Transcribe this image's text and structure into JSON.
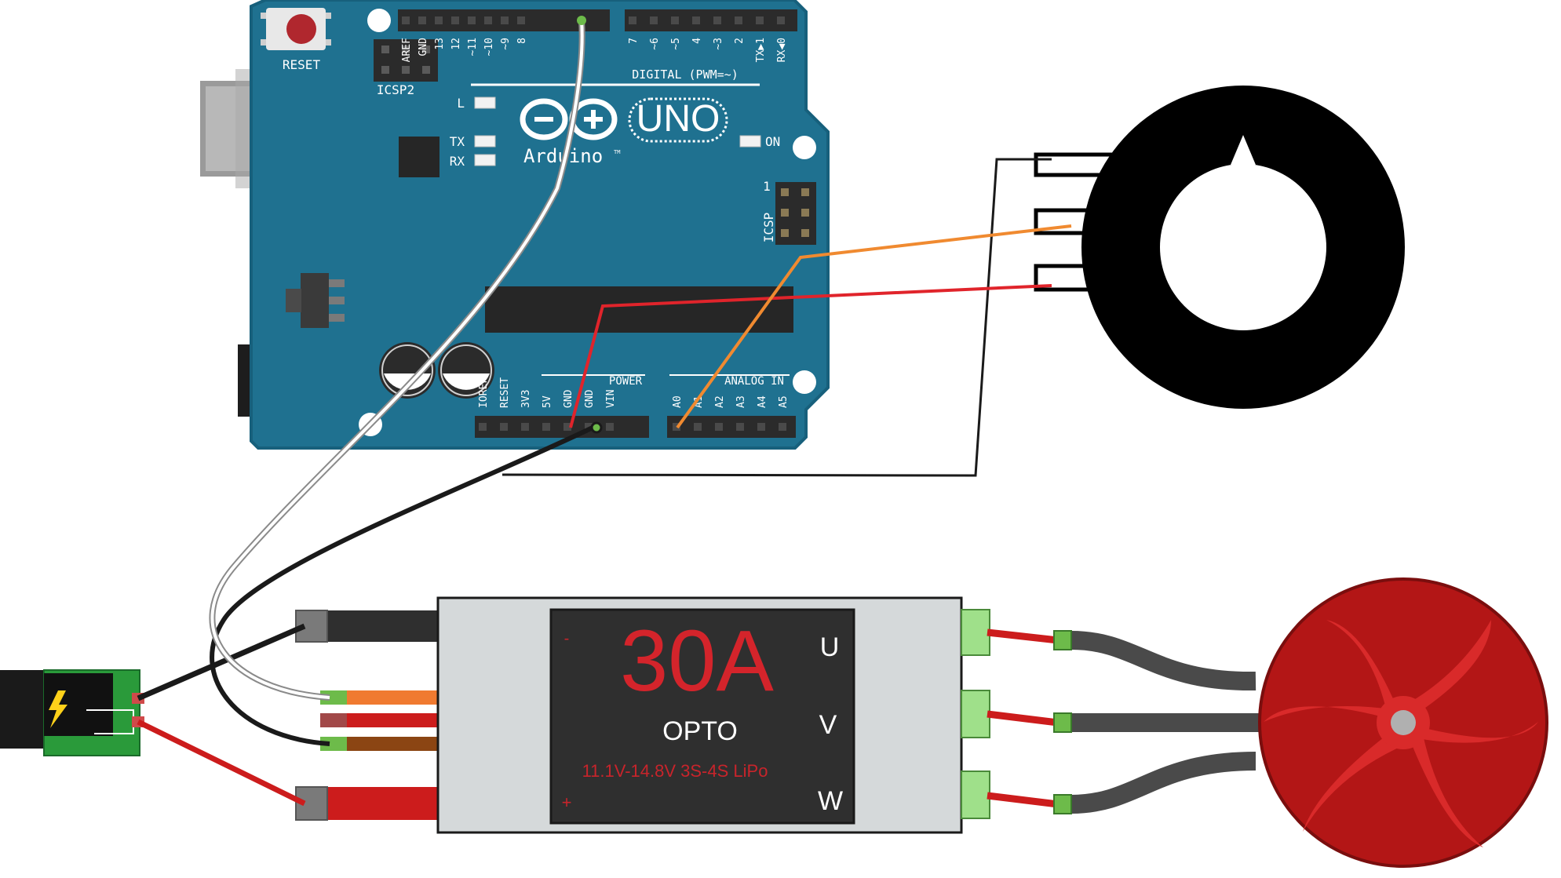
{
  "arduino": {
    "reset_label": "RESET",
    "icsp2_label": "ICSP2",
    "icsp_label": "ICSP",
    "icsp_pin1": "1",
    "brand": "Arduino",
    "tm": "TM",
    "model": "UNO",
    "led_l": "L",
    "led_tx": "TX",
    "led_rx": "RX",
    "led_on": "ON",
    "digital_header": "DIGITAL (PWM=~)",
    "digital_pins": [
      "AREF",
      "GND",
      "13",
      "12",
      "~11",
      "~10",
      "~9",
      "8",
      "7",
      "~6",
      "~5",
      "4",
      "~3",
      "2",
      "TX▶1",
      "RX◀0"
    ],
    "power_header": "POWER",
    "power_pins": [
      "IOREF",
      "RESET",
      "3V3",
      "5V",
      "GND",
      "GND",
      "VIN"
    ],
    "analog_header": "ANALOG IN",
    "analog_pins": [
      "A0",
      "A1",
      "A2",
      "A3",
      "A4",
      "A5"
    ],
    "colors": {
      "board": "#1f7190",
      "board_edge": "#17607c",
      "header": "#2b2b2b",
      "silk": "#ffffff"
    }
  },
  "esc": {
    "rating": "30A",
    "type": "OPTO",
    "spec": "11.1V-14.8V 3S-4S LiPo",
    "phases": [
      "U",
      "V",
      "W"
    ],
    "minus": "-",
    "plus": "+",
    "colors": {
      "rating": "#d4242b",
      "spec": "#c8242b",
      "label_bg": "#2f2f2f",
      "case": "#d5d9da"
    }
  },
  "wires": {
    "signal": "#ffffff",
    "ground": "#1a1a1a",
    "power": "#e0242b",
    "pot_wiper": "#f08a30",
    "motor": "#4a4a4a"
  },
  "icons": {
    "battery": "lightning-bolt-icon",
    "potentiometer": "rotary-knob-icon",
    "motor": "brushless-motor-icon"
  }
}
